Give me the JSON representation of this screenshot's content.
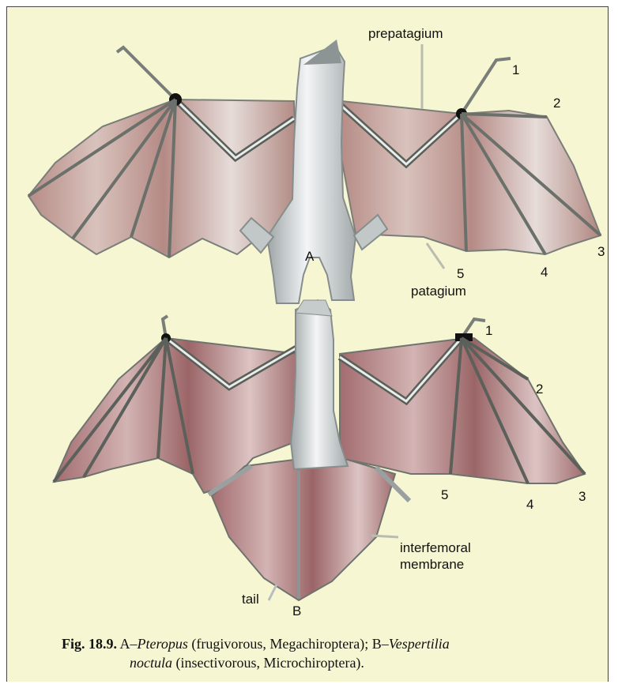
{
  "labels": {
    "prepatagium": "prepatagium",
    "patagium": "patagium",
    "interfemoral": "interfemoral",
    "membrane": "membrane",
    "tail": "tail",
    "A": "A",
    "B": "B",
    "fingers_A": [
      "1",
      "2",
      "3",
      "4",
      "5"
    ],
    "fingers_B": [
      "1",
      "2",
      "3",
      "4",
      "5"
    ]
  },
  "caption": {
    "fig_no": "Fig. 18.9.",
    "a_prefix": "A–",
    "a_genus": "Pteropus",
    "a_desc": " (frugivorous, Megachiroptera); B–",
    "b_genus": "Vespertilia",
    "b_species": "noctula",
    "b_desc": " (insectivorous, Microchiroptera)."
  },
  "colors": {
    "background": "#f7f6d2",
    "membrane_A": "#c9a59c",
    "membrane_B": "#b0787a",
    "body": "#e3e7ea",
    "bone": "#5a6058"
  }
}
